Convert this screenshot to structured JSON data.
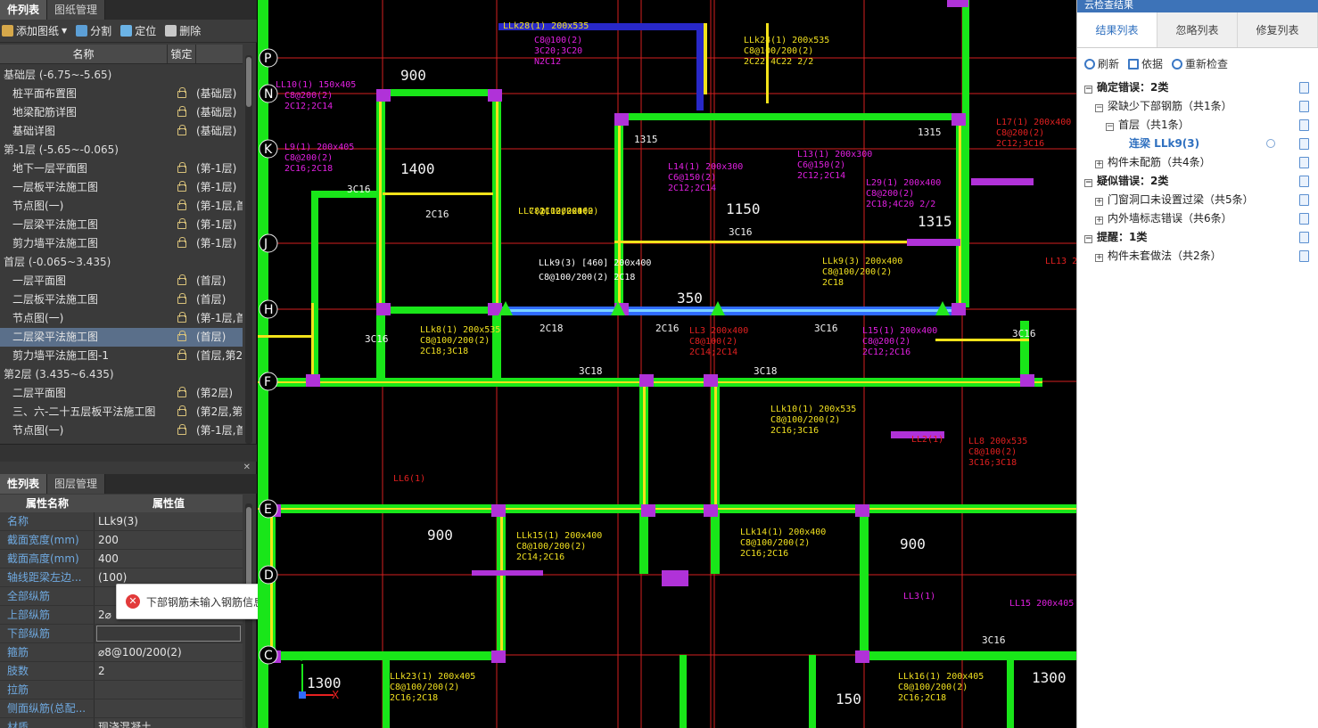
{
  "drawing_panel": {
    "tabs": [
      "件列表",
      "图纸管理"
    ],
    "toolbar": {
      "add": "添加图纸",
      "split": "分割",
      "locate": "定位",
      "delete": "删除"
    },
    "columns": {
      "name": "名称",
      "lock": "锁定"
    },
    "rows": [
      {
        "name": "基础层 (-6.75~-5.65)",
        "group": true
      },
      {
        "name": "桩平面布置图",
        "level": "(基础层)"
      },
      {
        "name": "地梁配筋详图",
        "level": "(基础层)"
      },
      {
        "name": "基础详图",
        "level": "(基础层)"
      },
      {
        "name": "第-1层 (-5.65~-0.065)",
        "group": true
      },
      {
        "name": "地下一层平面图",
        "level": "(第-1层)"
      },
      {
        "name": "一层板平法施工图",
        "level": "(第-1层)"
      },
      {
        "name": "节点图(一)",
        "level": "(第-1层,首"
      },
      {
        "name": "一层梁平法施工图",
        "level": "(第-1层)"
      },
      {
        "name": "剪力墙平法施工图",
        "level": "(第-1层)"
      },
      {
        "name": "首层 (-0.065~3.435)",
        "group": true
      },
      {
        "name": "一层平面图",
        "level": "(首层)"
      },
      {
        "name": "二层板平法施工图",
        "level": "(首层)"
      },
      {
        "name": "节点图(一)",
        "level": "(第-1层,首"
      },
      {
        "name": "二层梁平法施工图",
        "level": "(首层)",
        "selected": true
      },
      {
        "name": "剪力墙平法施工图-1",
        "level": "(首层,第2"
      },
      {
        "name": "第2层 (3.435~6.435)",
        "group": true
      },
      {
        "name": "二层平面图",
        "level": "(第2层)"
      },
      {
        "name": "三、六-二十五层板平法施工图",
        "level": "(第2层,第"
      },
      {
        "name": "节点图(一)",
        "level": "(第-1层,首"
      }
    ]
  },
  "property_panel": {
    "tabs": [
      "性列表",
      "图层管理"
    ],
    "columns": {
      "name": "属性名称",
      "value": "属性值"
    },
    "rows": [
      {
        "name": "名称",
        "value": "LLk9(3)"
      },
      {
        "name": "截面宽度(mm)",
        "value": "200"
      },
      {
        "name": "截面高度(mm)",
        "value": "400"
      },
      {
        "name": "轴线距梁左边...",
        "value": "(100)"
      },
      {
        "name": "全部纵筋",
        "value": ""
      },
      {
        "name": "上部纵筋",
        "value": "2⌀"
      },
      {
        "name": "下部纵筋",
        "value": "",
        "editing": true
      },
      {
        "name": "箍筋",
        "value": "⌀8@100/200(2)"
      },
      {
        "name": "肢数",
        "value": "2"
      },
      {
        "name": "拉筋",
        "value": ""
      },
      {
        "name": "侧面纵筋(总配...",
        "value": ""
      },
      {
        "name": "材质",
        "value": "现浇混凝土"
      }
    ],
    "tooltip": "下部钢筋未输入钢筋信息"
  },
  "cad": {
    "axis_labels": [
      "P",
      "N",
      "K",
      "J",
      "H",
      "F",
      "E",
      "D",
      "C"
    ],
    "beam_labels": [
      "LLk28(1) 200x535",
      "C8@100(2)",
      "3C20;3C20",
      "N2C12",
      "LLk24(1) 200x535",
      "C8@100/200(2)",
      "2C22;4C22 2/2",
      "LL10(1) 150x405",
      "C8@200(2)",
      "2C12;2C14",
      "L9(1) 200x405",
      "C8@200(2)",
      "2C16;2C18",
      "L13(1) 200x300",
      "C6@150(2)",
      "2C12;2C14",
      "L14(1) 200x300",
      "C6@150(2)",
      "2C12;2C14",
      "L29(1) 200x400",
      "C8@200(2)",
      "2C18;4C20 2/2",
      "LL7(1) 200x400",
      "C8@100/200(2)",
      "2C12;2C16",
      "LLk9(3) [460] 200x400",
      "C8@100/200(2) 2C18",
      "LLk9(3) 200x400",
      "C8@100/200(2)",
      "2C18",
      "LLk8(1) 200x535",
      "C8@100/200(2)",
      "2C18;3C18",
      "LL3 200x400",
      "C8@100(2)",
      "2C14;2C14",
      "L15(1) 200x400",
      "C8@200(2)",
      "2C12;2C16",
      "LLk10(1) 200x535",
      "C8@100/200(2)",
      "2C16;3C16",
      "LL8 200x535",
      "C8@100(2)",
      "3C16;3C18",
      "LLk15(1) 200x400",
      "C8@100/200(2)",
      "2C14;2C16",
      "LLk14(1) 200x400",
      "C8@100/200(2)",
      "2C16;2C16",
      "LLk23(1) 200x405",
      "C8@100/200(2)",
      "2C16;2C18",
      "LLk16(1) 200x405",
      "C8@100/200(2)",
      "2C16;2C18",
      "L17(1) 200x400",
      "C8@200(2)",
      "2C12;3C16",
      "LL15 200x405",
      "LL13 2",
      "LL6(1)",
      "LL2(1)",
      "LL3(1)"
    ],
    "dims": [
      "1315",
      "1315",
      "1150",
      "1315",
      "900",
      "1400",
      "350",
      "900",
      "900",
      "1300",
      "150",
      "1300"
    ],
    "rebar_marks": [
      "3C16",
      "2C16",
      "3C18",
      "3C18",
      "3C16",
      "2C18",
      "2C16",
      "3C16",
      "3C16",
      "3C16",
      "3C16"
    ]
  },
  "check_panel": {
    "title": "云检查结果",
    "tabs": [
      "结果列表",
      "忽略列表",
      "修复列表"
    ],
    "toolbar": {
      "refresh": "刷新",
      "basis": "依据",
      "recheck": "重新检查"
    },
    "tree": [
      {
        "text": "确定错误：2类",
        "depth": 0,
        "toggle": "−",
        "bold": true
      },
      {
        "text": "梁缺少下部钢筋（共1条）",
        "depth": 1,
        "toggle": "−"
      },
      {
        "text": "首层（共1条）",
        "depth": 2,
        "toggle": "−"
      },
      {
        "text": "连梁 LLk9(3)",
        "depth": 3,
        "link": true
      },
      {
        "text": "构件未配筋（共4条）",
        "depth": 1,
        "toggle": "+"
      },
      {
        "text": "疑似错误：2类",
        "depth": 0,
        "toggle": "−",
        "bold": true
      },
      {
        "text": "门窗洞口未设置过梁（共5条）",
        "depth": 1,
        "toggle": "+"
      },
      {
        "text": "内外墙标志错误（共6条）",
        "depth": 1,
        "toggle": "+"
      },
      {
        "text": "提醒：1类",
        "depth": 0,
        "toggle": "−",
        "bold": true
      },
      {
        "text": "构件未套做法（共2条）",
        "depth": 1,
        "toggle": "+"
      }
    ]
  }
}
